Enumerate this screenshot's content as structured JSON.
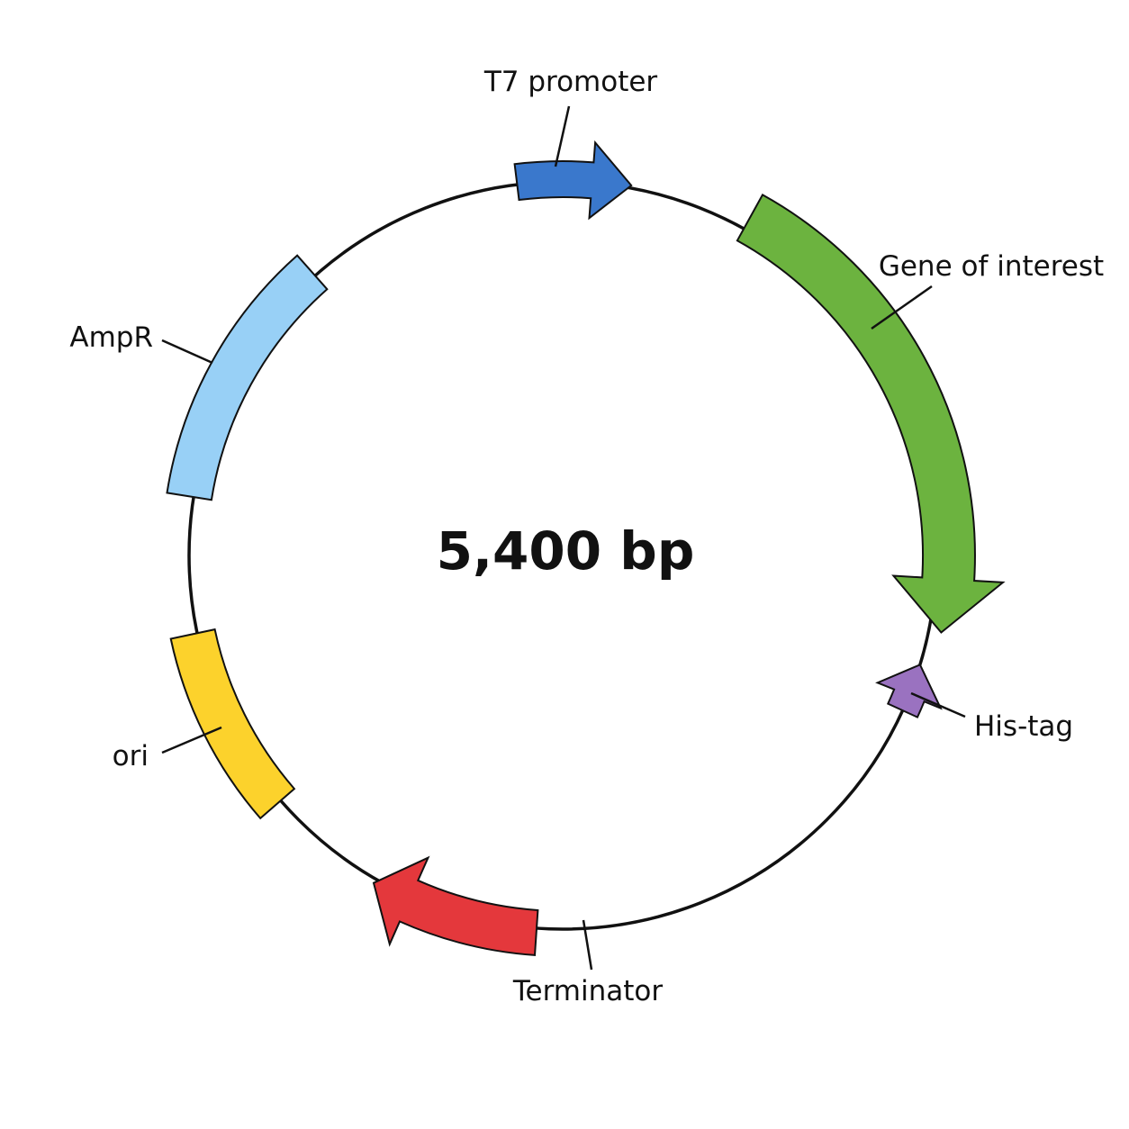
{
  "plasmid": {
    "size_label": "5,400 bp"
  },
  "features": [
    {
      "id": "t7-promoter",
      "label": "T7 promoter",
      "color": "#3a78cc"
    },
    {
      "id": "gene-of-interest",
      "label": "Gene of interest",
      "color": "#6cb33f"
    },
    {
      "id": "his-tag",
      "label": "His-tag",
      "color": "#9a72c0"
    },
    {
      "id": "terminator",
      "label": "Terminator",
      "color": "#e4383c"
    },
    {
      "id": "ori",
      "label": "ori",
      "color": "#fcd22c"
    },
    {
      "id": "ampr",
      "label": "AmpR",
      "color": "#98d0f6"
    }
  ],
  "colors": {
    "backbone": "#111111",
    "outline": "#111111"
  }
}
